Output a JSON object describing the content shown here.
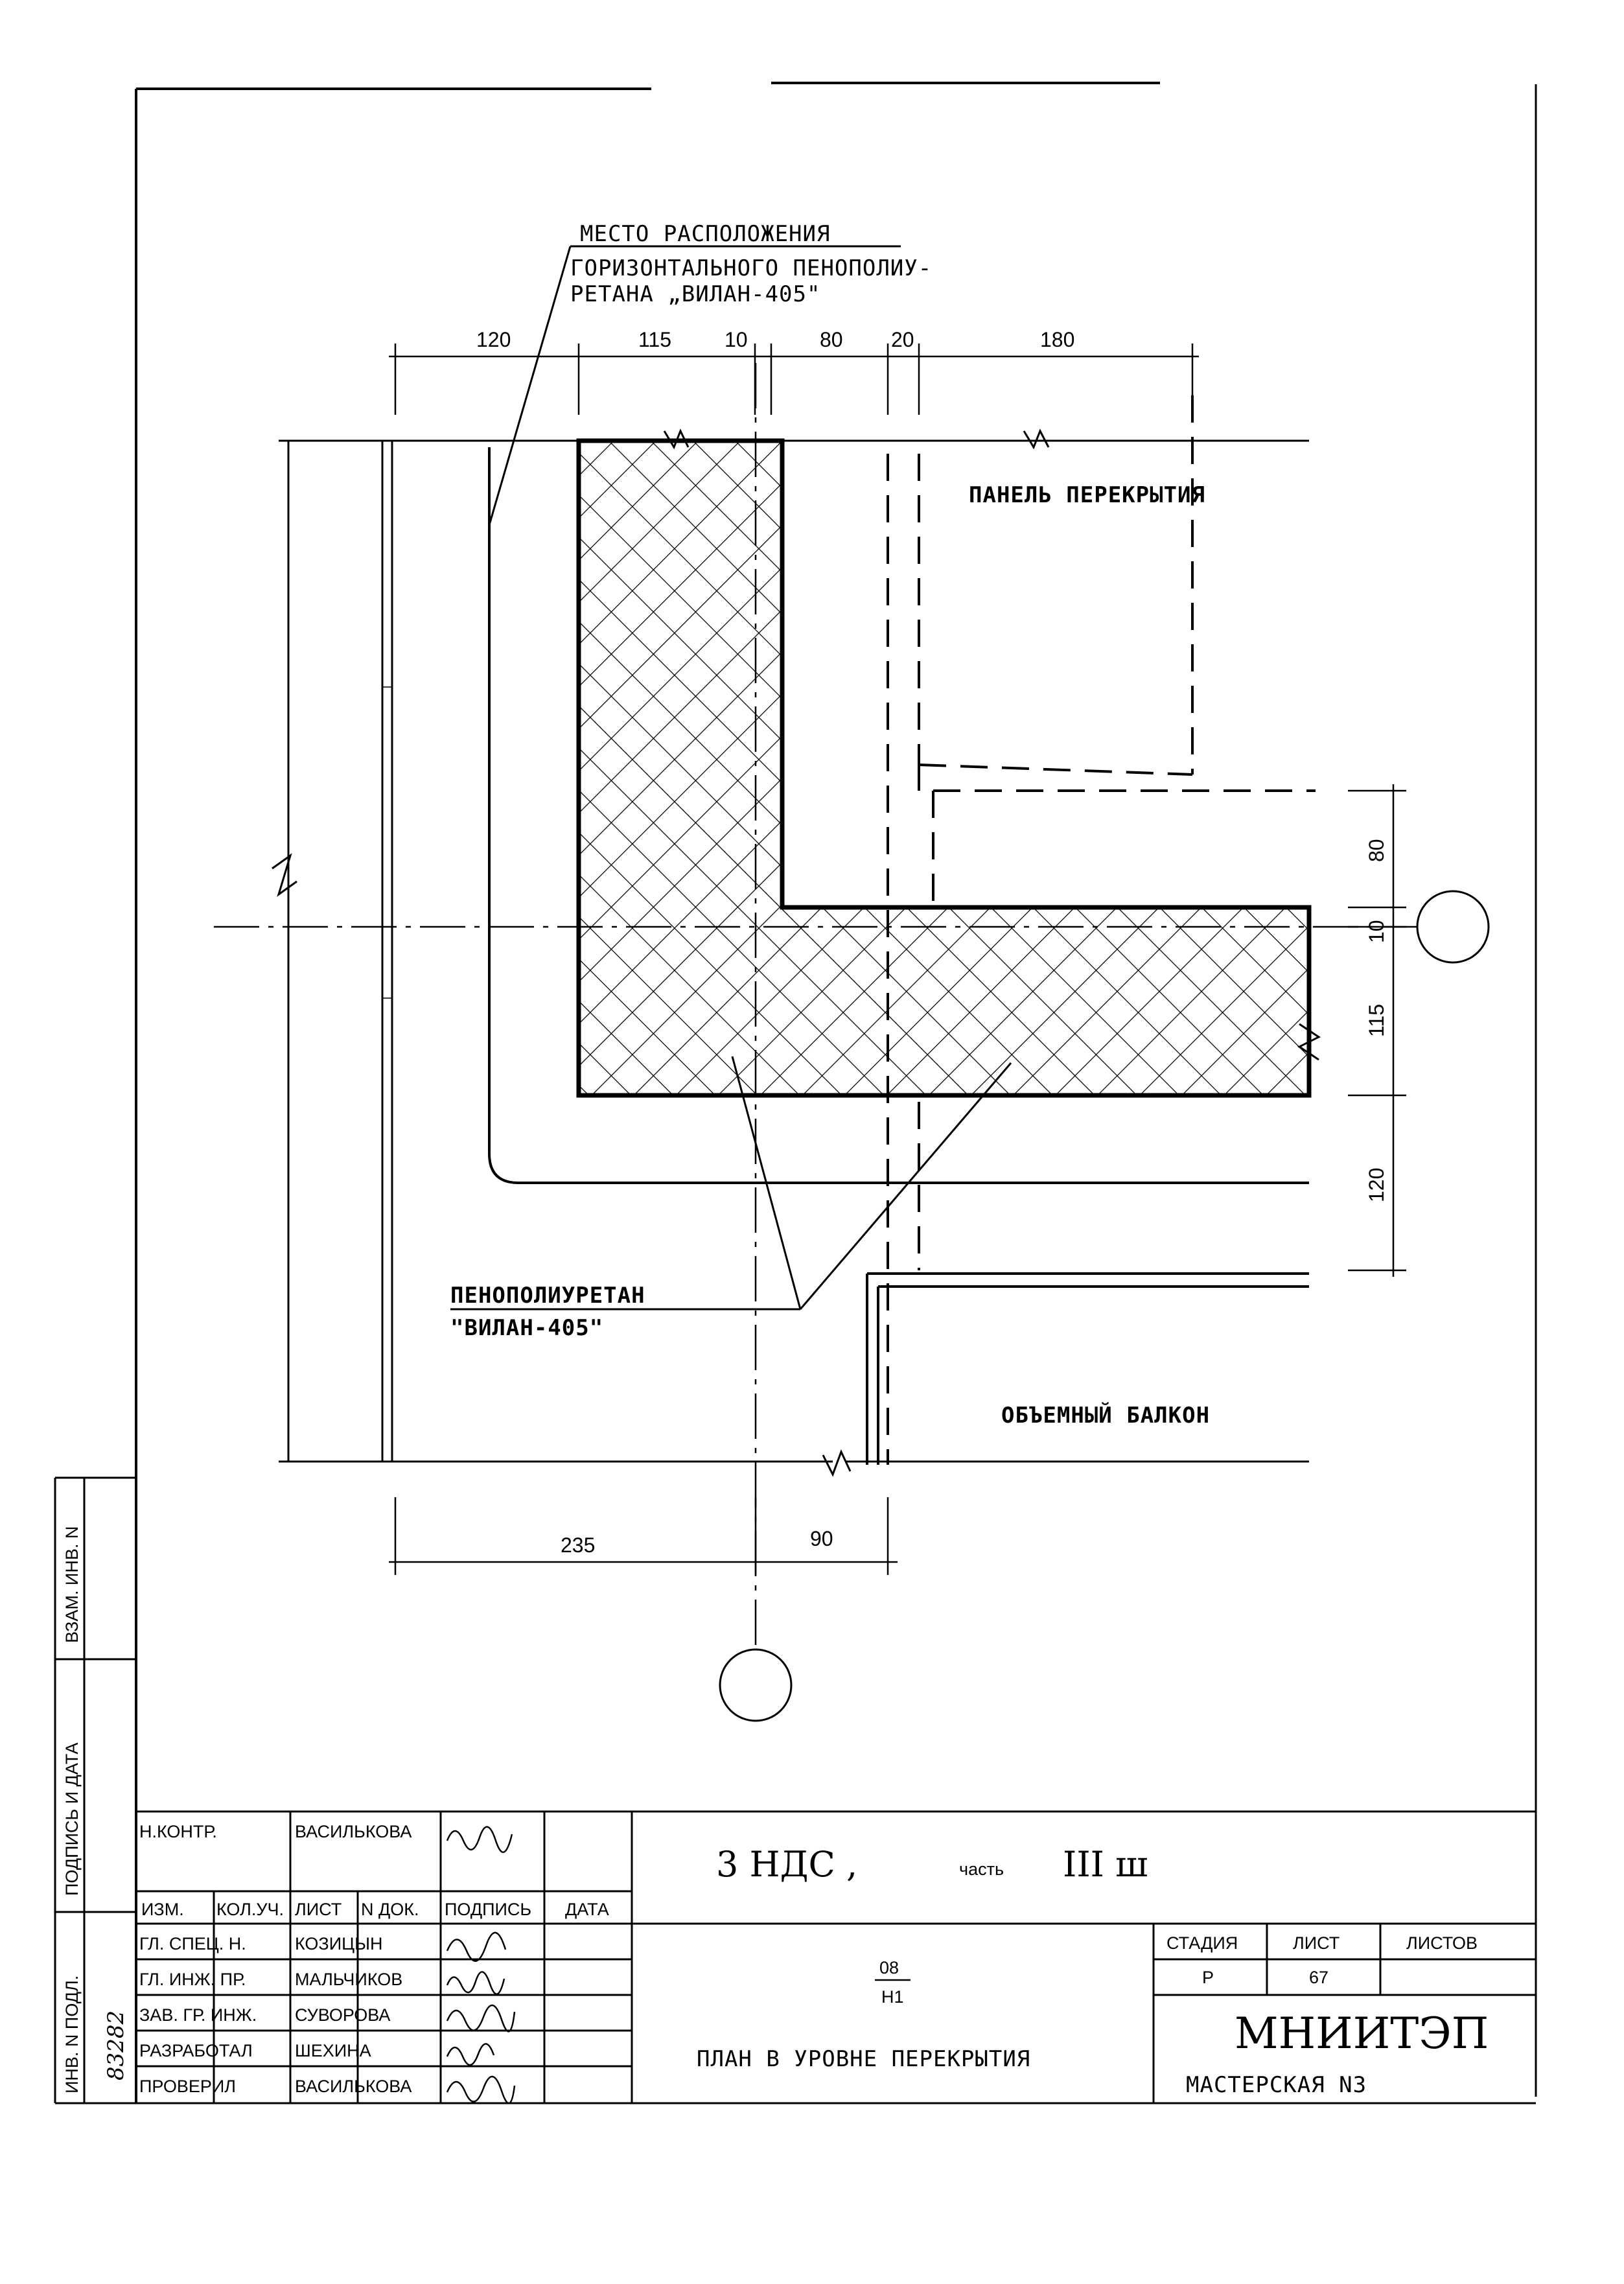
{
  "drawing": {
    "callout_foam_location": {
      "line1": "МЕСТО РАСПОЛОЖЕНИЯ",
      "line2": "ГОРИЗОНТАЛЬНОГО ПЕНОПОЛИУ-",
      "line3": "РЕТАНА „ВИЛАН-405\""
    },
    "label_floor_panel": "ПАНЕЛЬ ПЕРЕКРЫТИЯ",
    "label_balcony": "ОБЪЕМНЫЙ БАЛКОН",
    "callout_foam": {
      "line1": "ПЕНОПОЛИУРЕТАН",
      "line2": "\"ВИЛАН-405\""
    },
    "dims_top": [
      "120",
      "115",
      "10",
      "80",
      "20",
      "180"
    ],
    "dims_right": [
      "80",
      "10",
      "115",
      "120"
    ],
    "dims_bottom": [
      "235",
      "90"
    ]
  },
  "side_stamp": {
    "col_inv_no_orig": "ИНВ. N ПОДЛ.",
    "col_sign_date": "ПОДПИСЬ И ДАТА",
    "col_replace_inv": "ВЗАМ. ИНВ. N",
    "inv_number": "83282"
  },
  "title_block": {
    "n_kontr_label": "Н.КОНТР.",
    "n_kontr_name": "ВАСИЛЬКОВА",
    "header": [
      "ИЗМ.",
      "КОЛ.УЧ.",
      "ЛИСТ",
      "N ДОК.",
      "ПОДПИСЬ",
      "ДАТА"
    ],
    "roles": [
      {
        "role": "ГЛ. СПЕЦ. Н.",
        "name": "КОЗИЦЫН"
      },
      {
        "role": "ГЛ. ИНЖ. ПР.",
        "name": "МАЛЬЧИКОВ"
      },
      {
        "role": "ЗАВ. ГР. ИНЖ.",
        "name": "СУВОРОВА"
      },
      {
        "role": "РАЗРАБОТАЛ",
        "name": "ШЕХИНА"
      },
      {
        "role": "ПРОВЕРИЛ",
        "name": "ВАСИЛЬКОВА"
      }
    ],
    "project_code": "3 НДС ,",
    "project_part_label": "часть",
    "project_part_value": "III ш",
    "sheet_code_top": "08",
    "sheet_code_bottom": "Н1",
    "sheet_title": "ПЛАН В УРОВНЕ ПЕРЕКРЫТИЯ",
    "stage_header": "СТАДИЯ",
    "sheet_header": "ЛИСТ",
    "sheets_header": "ЛИСТОВ",
    "stage_value": "Р",
    "sheet_value": "67",
    "sheets_value": "",
    "org_name": "МНИИТЭП",
    "org_sub": "МАСТЕРСКАЯ N3"
  }
}
